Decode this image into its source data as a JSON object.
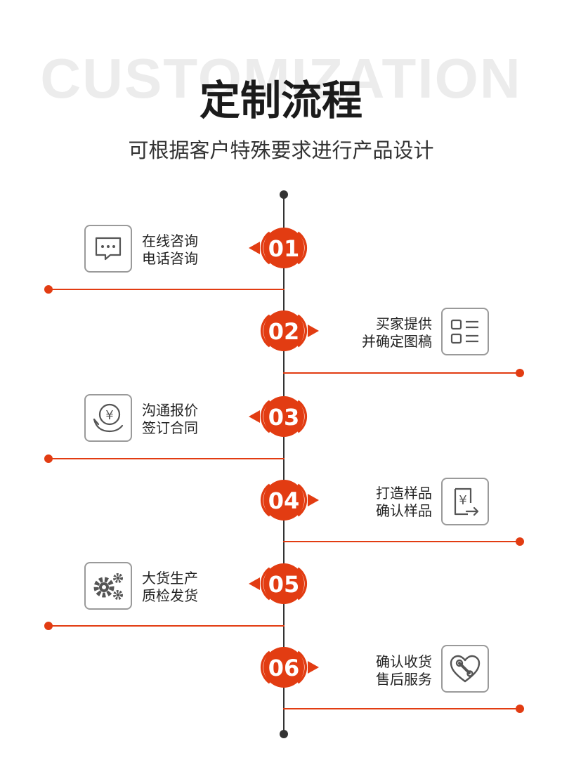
{
  "header": {
    "bg_word": "CUSTOMIZATION",
    "title": "定制流程",
    "subtitle": "可根据客户特殊要求进行产品设计"
  },
  "colors": {
    "accent": "#e23c12",
    "axis": "#333333",
    "icon_border": "#9a9a9a"
  },
  "steps": [
    {
      "num": "01",
      "line1": "在线咨询",
      "line2": "电话咨询",
      "icon": "chat-bubble-icon",
      "side": "left"
    },
    {
      "num": "02",
      "line1": "买家提供",
      "line2": "并确定图稿",
      "icon": "list-grid-icon",
      "side": "right"
    },
    {
      "num": "03",
      "line1": "沟通报价",
      "line2": "签订合同",
      "icon": "coin-hand-icon",
      "side": "left"
    },
    {
      "num": "04",
      "line1": "打造样品",
      "line2": "确认样品",
      "icon": "price-document-icon",
      "side": "right"
    },
    {
      "num": "05",
      "line1": "大货生产",
      "line2": "质检发货",
      "icon": "gears-icon",
      "side": "left"
    },
    {
      "num": "06",
      "line1": "确认收货",
      "line2": "售后服务",
      "icon": "heart-wrench-icon",
      "side": "right"
    }
  ]
}
